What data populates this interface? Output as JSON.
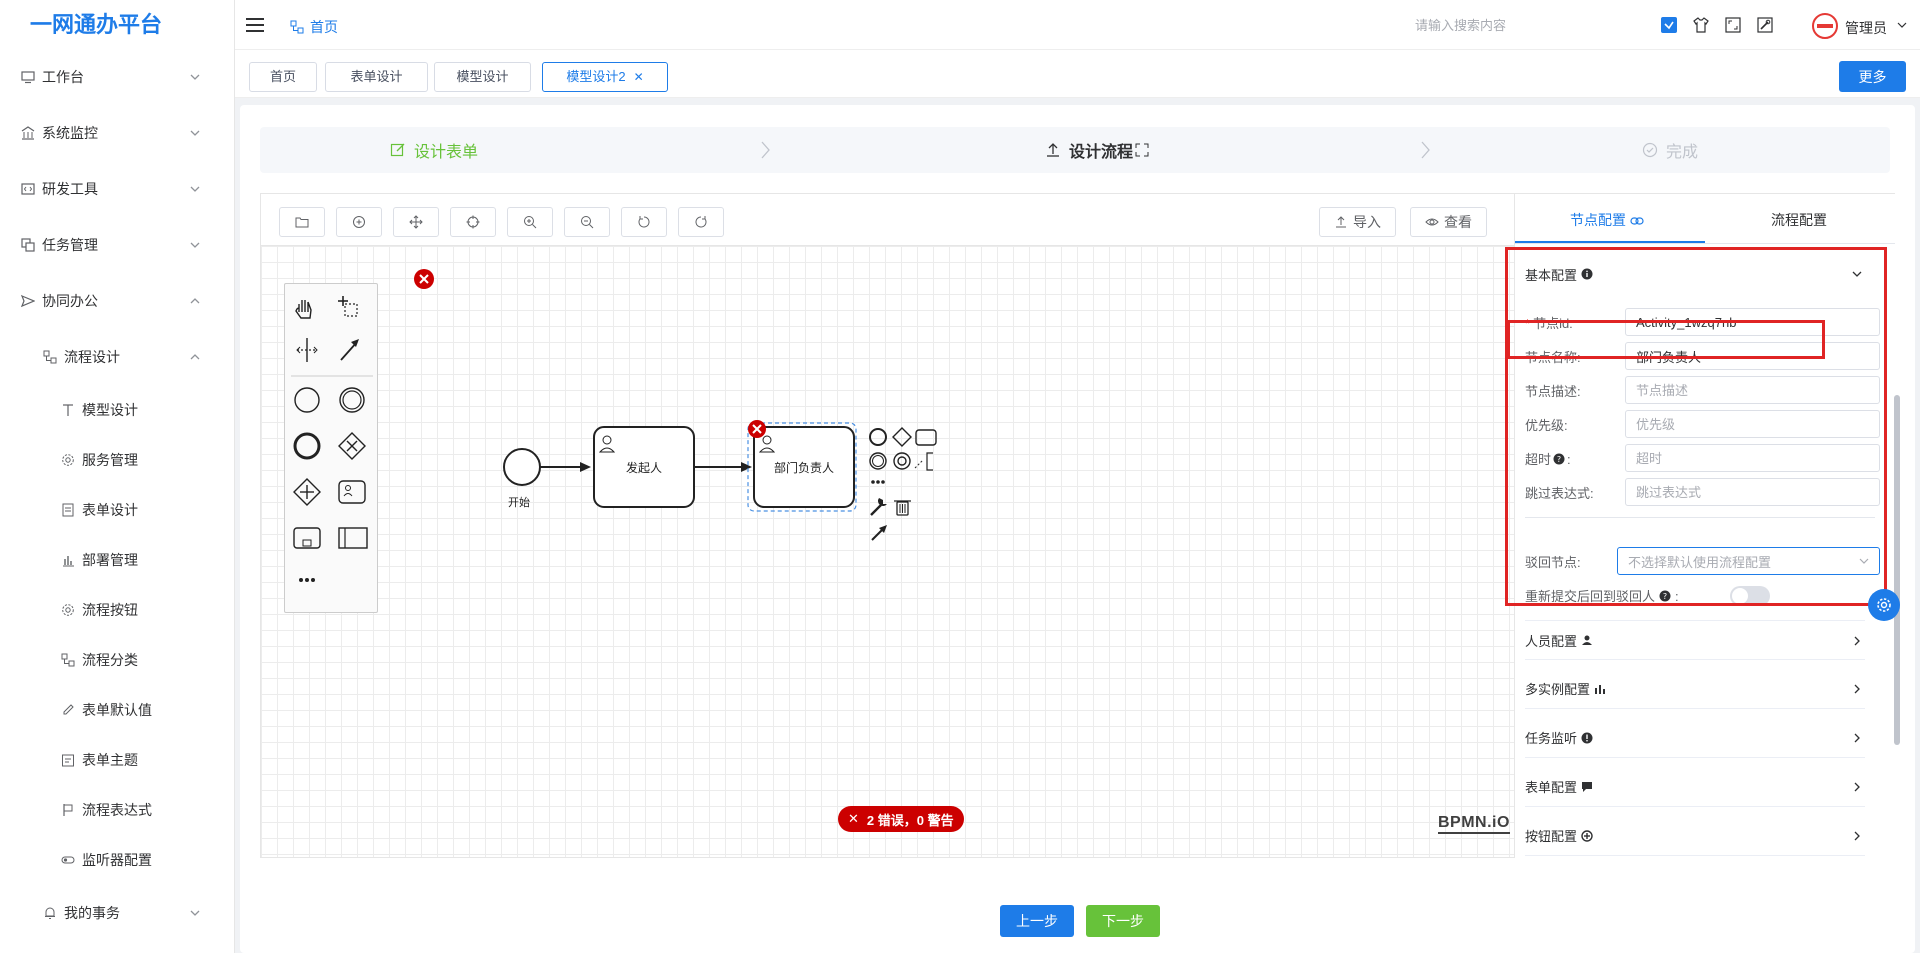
{
  "app": {
    "title": "一网通办平台"
  },
  "sidebar": {
    "items": [
      {
        "label": "工作台"
      },
      {
        "label": "系统监控"
      },
      {
        "label": "研发工具"
      },
      {
        "label": "任务管理"
      },
      {
        "label": "协同办公"
      },
      {
        "label": "流程设计"
      },
      {
        "label": "模型设计"
      },
      {
        "label": "服务管理"
      },
      {
        "label": "表单设计"
      },
      {
        "label": "部署管理"
      },
      {
        "label": "流程按钮"
      },
      {
        "label": "流程分类"
      },
      {
        "label": "表单默认值"
      },
      {
        "label": "表单主题"
      },
      {
        "label": "流程表达式"
      },
      {
        "label": "监听器配置"
      },
      {
        "label": "我的事务"
      }
    ]
  },
  "header": {
    "breadcrumb": "首页",
    "search_placeholder": "请输入搜索内容",
    "user_name": "管理员"
  },
  "tags": {
    "items": [
      {
        "label": "首页"
      },
      {
        "label": "表单设计"
      },
      {
        "label": "模型设计"
      },
      {
        "label": "模型设计2"
      }
    ],
    "more_label": "更多"
  },
  "steps": [
    {
      "label": "设计表单"
    },
    {
      "label": "设计流程"
    },
    {
      "label": "完成"
    }
  ],
  "toolbar": {
    "import_label": "导入",
    "view_label": "查看"
  },
  "diagram": {
    "start_label": "开始",
    "task1_label": "发起人",
    "task2_label": "部门负责人",
    "error_badge": "2 错误，0 警告",
    "watermark": "BPMN.iO"
  },
  "panel": {
    "tabs": [
      {
        "label": "节点配置"
      },
      {
        "label": "流程配置"
      }
    ],
    "basic_title": "基本配置",
    "fields": {
      "node_id_label": "节点id:",
      "node_id_value": "Activity_1wzq7nb",
      "node_name_label": "节点名称:",
      "node_name_value": "部门负责人",
      "node_desc_label": "节点描述:",
      "node_desc_placeholder": "节点描述",
      "priority_label": "优先级:",
      "priority_placeholder": "优先级",
      "timeout_label": "超时",
      "timeout_placeholder": "超时",
      "skip_label": "跳过表达式:",
      "skip_placeholder": "跳过表达式",
      "reject_label": "驳回节点:",
      "reject_placeholder": "不选择默认使用流程配置",
      "resubmit_label": "重新提交后回到驳回人"
    },
    "sections": [
      {
        "label": "人员配置"
      },
      {
        "label": "多实例配置"
      },
      {
        "label": "任务监听"
      },
      {
        "label": "表单配置"
      },
      {
        "label": "按钮配置"
      }
    ]
  },
  "footer": {
    "prev_label": "上一步",
    "next_label": "下一步"
  },
  "colors": {
    "primary": "#1e7ce8",
    "success": "#67c23a",
    "danger": "#cc0000",
    "highlight": "#e02424"
  }
}
